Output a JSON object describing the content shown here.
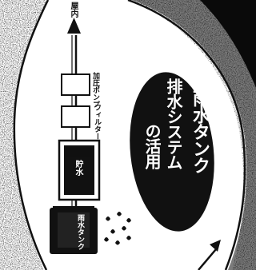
{
  "colors": {
    "ink": "#111111",
    "paper": "#ffffff",
    "speckle": "#2a2a2a"
  },
  "labels": {
    "indoor": "屋内",
    "pump": "加圧ポンプ",
    "filter": "フィルター",
    "water_storage": "貯水",
    "tank": "雨水タンク"
  },
  "title": {
    "line1": "雨水タンク",
    "line2": "排水システム",
    "line3": "の活用"
  }
}
